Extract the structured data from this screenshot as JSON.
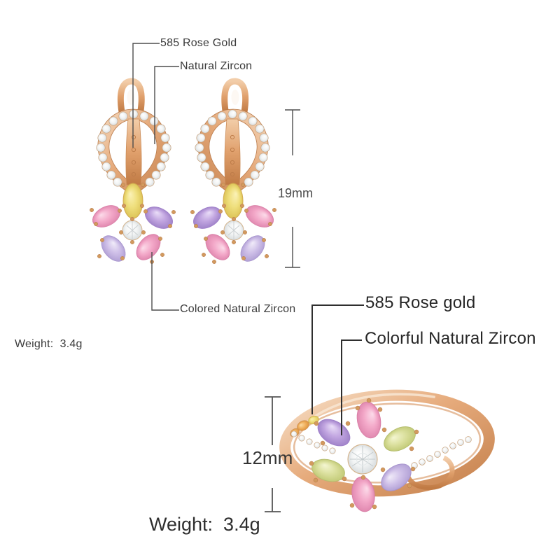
{
  "annotations": {
    "earrings": {
      "material": "585 Rose Gold",
      "top_stone": "Natural Zircon",
      "flower_stone": "Colored Natural Zircon",
      "height": "19mm",
      "weight": "Weight:  3.4g"
    },
    "ring": {
      "material": "585 Rose gold",
      "stone": "Colorful Natural Zircon",
      "height": "12mm",
      "weight": "Weight:  3.4g"
    }
  },
  "colors": {
    "background": "#ffffff",
    "rose_gold": "#e2a878",
    "rose_gold_dark": "#c6824e",
    "clear_zircon": "#f2f4f4",
    "pink_zircon": "#f3a9c9",
    "purple_zircon": "#c1a5e0",
    "lavender_zircon": "#cfc0e8",
    "yellow_zircon": "#efdf7d",
    "green_zircon": "#dbe09e",
    "orange_zircon": "#f0b05e",
    "annotation_line": "#4d4d4d",
    "text": "#3a3a3a"
  }
}
